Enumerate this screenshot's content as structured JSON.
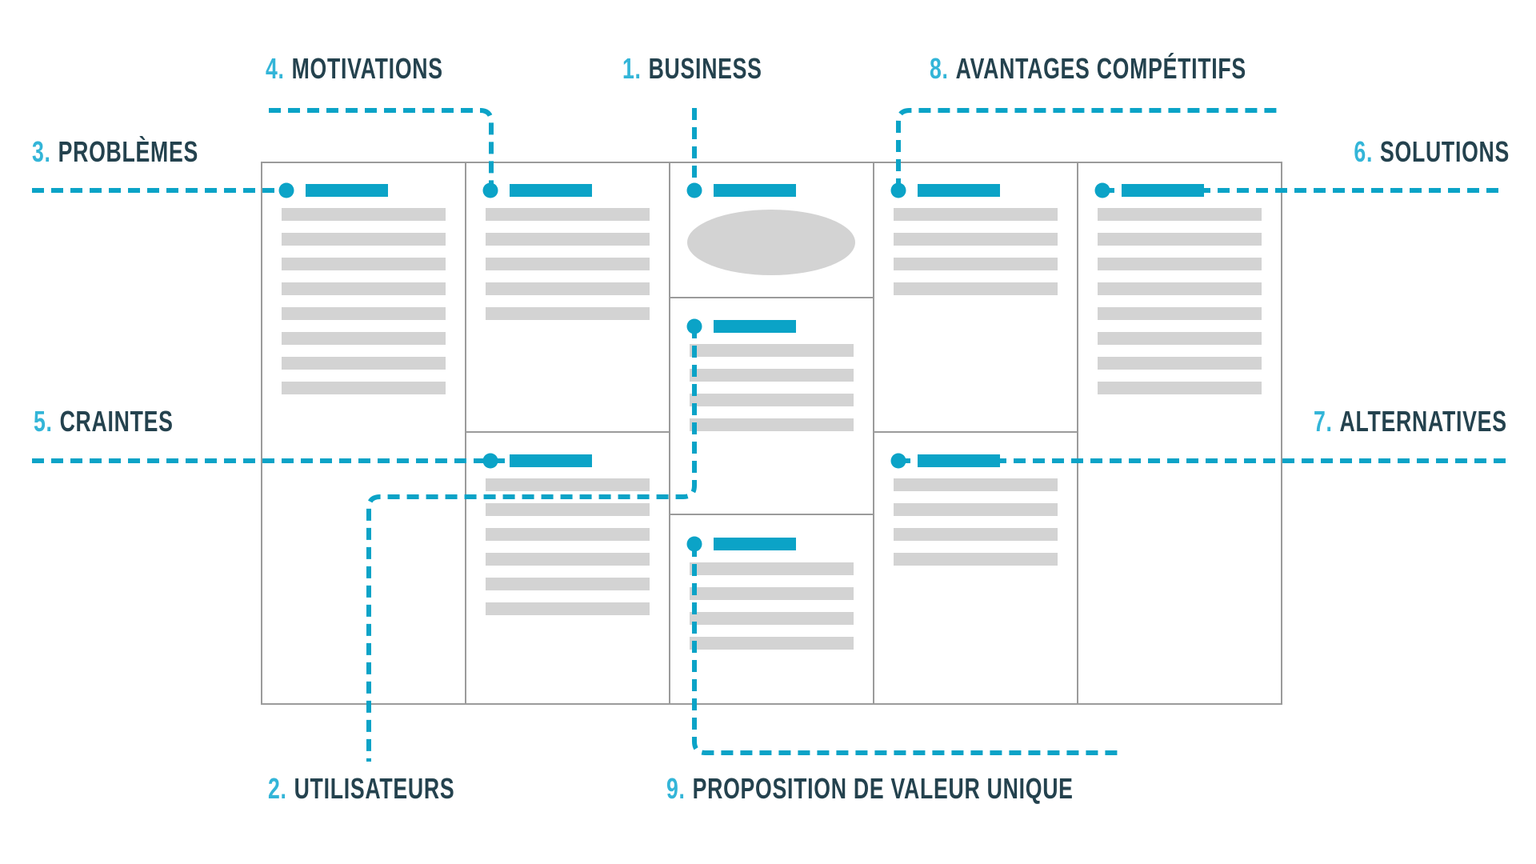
{
  "colors": {
    "accent_teal": "#0ba3c7",
    "number_cyan": "#33b5d8",
    "heading_dark": "#24424e",
    "placeholder_gray": "#d3d3d3",
    "border_gray": "#9b9b9b",
    "background": "#ffffff"
  },
  "labels": [
    {
      "num": "1.",
      "text": "BUSINESS"
    },
    {
      "num": "2.",
      "text": "UTILISATEURS"
    },
    {
      "num": "3.",
      "text": "PROBLÈMES"
    },
    {
      "num": "4.",
      "text": "MOTIVATIONS"
    },
    {
      "num": "5.",
      "text": "CRAINTES"
    },
    {
      "num": "6.",
      "text": "SOLUTIONS"
    },
    {
      "num": "7.",
      "text": "ALTERNATIVES"
    },
    {
      "num": "8.",
      "text": "AVANTAGES COMPÉTITIFS"
    },
    {
      "num": "9.",
      "text": "PROPOSITION DE VALEUR UNIQUE"
    }
  ],
  "canvas": {
    "sections": [
      {
        "key": "problemes",
        "number": 3,
        "col": 1,
        "slot": "full",
        "bars": 8
      },
      {
        "key": "motivations",
        "number": 4,
        "col": 2,
        "slot": "top",
        "bars": 5
      },
      {
        "key": "craintes",
        "number": 5,
        "col": 2,
        "slot": "bottom",
        "bars": 6
      },
      {
        "key": "business",
        "number": 1,
        "col": 3,
        "slot": "top",
        "bars": 0,
        "logo_ellipse": true
      },
      {
        "key": "utilisateurs",
        "number": 2,
        "col": 3,
        "slot": "middle",
        "bars": 4
      },
      {
        "key": "proposition-de-valeur-unique",
        "number": 9,
        "col": 3,
        "slot": "base",
        "bars": 4
      },
      {
        "key": "avantages-competitifs",
        "number": 8,
        "col": 4,
        "slot": "top",
        "bars": 4
      },
      {
        "key": "alternatives",
        "number": 7,
        "col": 4,
        "slot": "bottom",
        "bars": 4
      },
      {
        "key": "solutions",
        "number": 6,
        "col": 5,
        "slot": "full",
        "bars": 8
      }
    ]
  }
}
